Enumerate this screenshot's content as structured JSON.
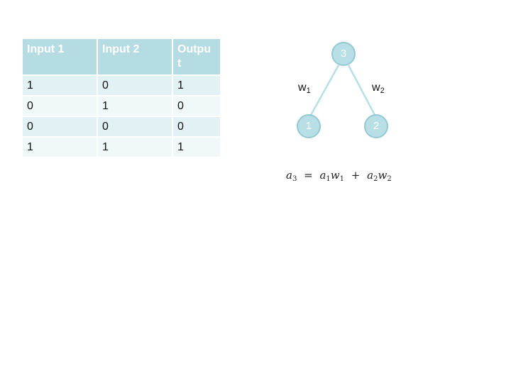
{
  "table": {
    "headers": [
      "Input 1",
      "Input 2",
      "Outpu t"
    ],
    "rows": [
      [
        "1",
        "0",
        "1"
      ],
      [
        "0",
        "1",
        "0"
      ],
      [
        "0",
        "0",
        "0"
      ],
      [
        "1",
        "1",
        "1"
      ]
    ]
  },
  "network": {
    "nodes": {
      "output": "3",
      "input_1": "1",
      "input_2": "2"
    },
    "weights": {
      "w1": {
        "base": "w",
        "sub": "1"
      },
      "w2": {
        "base": "w",
        "sub": "2"
      }
    },
    "colors": {
      "node_fill": "#b7dfe5",
      "node_border": "#95c8d1",
      "edge": "#b7dfe5"
    }
  },
  "equation": {
    "lhs": "a",
    "lhs_sub": "3",
    "equals": "=",
    "t1a": "a",
    "t1a_sub": "1",
    "t1w": "w",
    "t1w_sub": "1",
    "plus": "+",
    "t2a": "a",
    "t2a_sub": "2",
    "t2w": "w",
    "t2w_sub": "2"
  },
  "colors": {
    "header_bg": "#b5dce2",
    "row_odd": "#e2f1f3",
    "row_even": "#f1f8f9"
  }
}
